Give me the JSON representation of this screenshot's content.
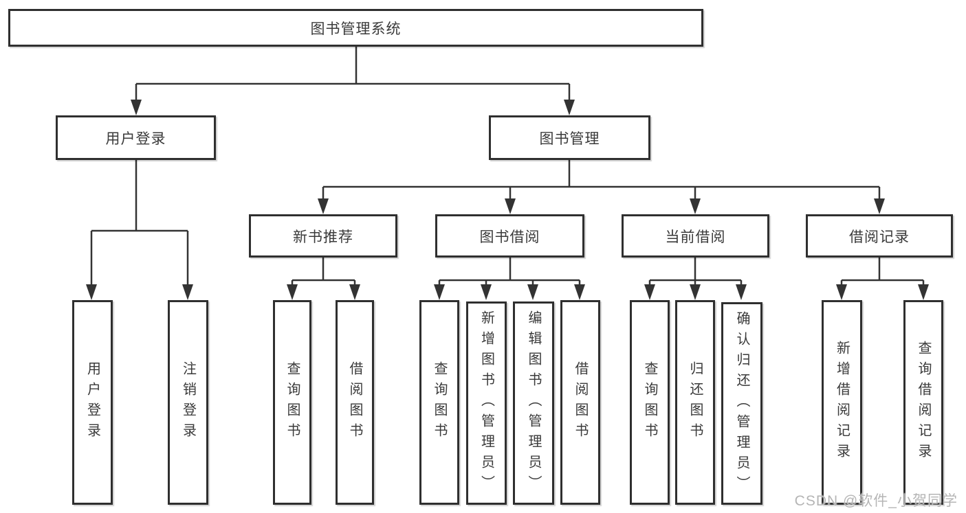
{
  "colors": {
    "background": "#ffffff",
    "line": "#333333",
    "box_border": "#2f2f2f",
    "text": "#3a3a3a",
    "watermark": "#b5b5b5"
  },
  "watermark": {
    "text": "CSDN @软件_小贺同学"
  },
  "diagram": {
    "type": "hierarchy-tree",
    "nodes": [
      {
        "id": "root",
        "label": "图书管理系统",
        "level": 1,
        "parent": null
      },
      {
        "id": "user-login",
        "label": "用户登录",
        "level": 2,
        "parent": "root"
      },
      {
        "id": "book-management",
        "label": "图书管理",
        "level": 2,
        "parent": "root"
      },
      {
        "id": "new-book-recommendation",
        "label": "新书推荐",
        "level": 3,
        "parent": "book-management"
      },
      {
        "id": "book-borrowing",
        "label": "图书借阅",
        "level": 3,
        "parent": "book-management"
      },
      {
        "id": "current-borrowing",
        "label": "当前借阅",
        "level": 3,
        "parent": "book-management"
      },
      {
        "id": "borrowing-records",
        "label": "借阅记录",
        "level": 3,
        "parent": "book-management"
      },
      {
        "id": "leaf-user-login",
        "label": "用户登录",
        "level": 4,
        "parent": "user-login"
      },
      {
        "id": "leaf-logout",
        "label": "注销登录",
        "level": 4,
        "parent": "user-login"
      },
      {
        "id": "leaf-query-books-1",
        "label": "查询图书",
        "level": 4,
        "parent": "new-book-recommendation"
      },
      {
        "id": "leaf-borrow-books-1",
        "label": "借阅图书",
        "level": 4,
        "parent": "new-book-recommendation"
      },
      {
        "id": "leaf-query-books-2",
        "label": "查询图书",
        "level": 4,
        "parent": "book-borrowing"
      },
      {
        "id": "leaf-add-books-admin",
        "label": "新增图书（管理员）",
        "level": 4,
        "parent": "book-borrowing"
      },
      {
        "id": "leaf-edit-books-admin",
        "label": "编辑图书（管理员）",
        "level": 4,
        "parent": "book-borrowing"
      },
      {
        "id": "leaf-borrow-books-2",
        "label": "借阅图书",
        "level": 4,
        "parent": "book-borrowing"
      },
      {
        "id": "leaf-query-books-3",
        "label": "查询图书",
        "level": 4,
        "parent": "current-borrowing"
      },
      {
        "id": "leaf-return-books",
        "label": "归还图书",
        "level": 4,
        "parent": "current-borrowing"
      },
      {
        "id": "leaf-confirm-return-admin",
        "label": "确认归还（管理员）",
        "level": 4,
        "parent": "current-borrowing"
      },
      {
        "id": "leaf-add-borrowing-record",
        "label": "新增借阅记录",
        "level": 4,
        "parent": "borrowing-records"
      },
      {
        "id": "leaf-query-borrowing-record",
        "label": "查询借阅记录",
        "level": 4,
        "parent": "borrowing-records"
      }
    ]
  }
}
